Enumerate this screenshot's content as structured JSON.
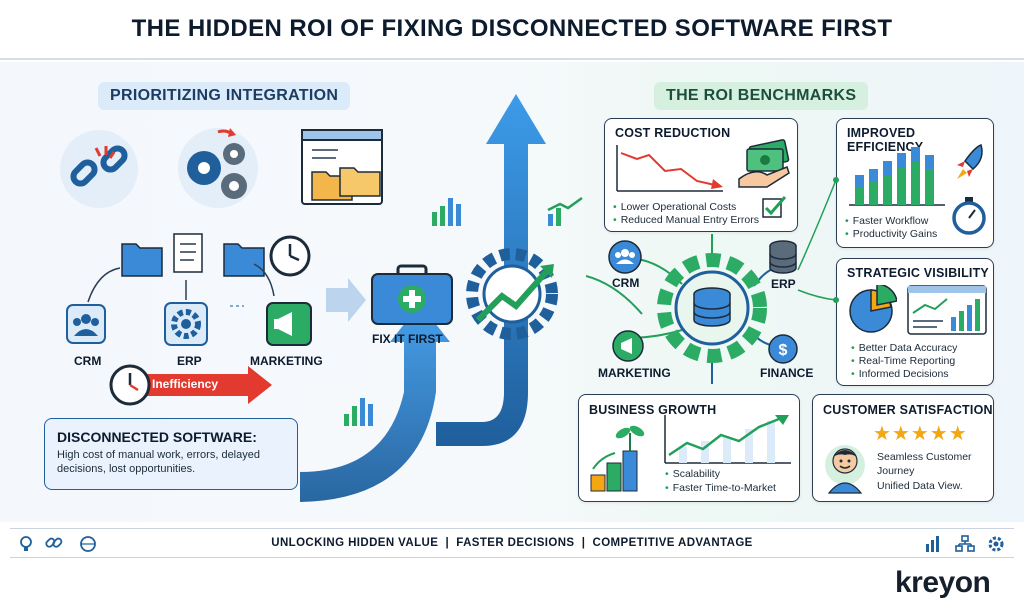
{
  "title": "THE HIDDEN ROI OF FIXING DISCONNECTED SOFTWARE FIRST",
  "left_section": {
    "heading": "PRIORITIZING INTEGRATION",
    "nodes": {
      "crm": "CRM",
      "erp": "ERP",
      "marketing": "MARKETING"
    },
    "inefficiency_label": "Inefficiency",
    "disconnected": {
      "title": "DISCONNECTED SOFTWARE:",
      "text": "High cost of manual work, errors, delayed decisions, lost opportunities."
    }
  },
  "center": {
    "fix_label": "FIX IT FIRST"
  },
  "right_section": {
    "heading": "THE ROI BENCHMARKS",
    "hub_nodes": {
      "crm": "CRM",
      "erp": "ERP",
      "marketing": "MARKETING",
      "finance": "FINANCE"
    },
    "cards": {
      "cost_reduction": {
        "title": "COST REDUCTION",
        "bullets": [
          "Lower Operational Costs",
          "Reduced Manual Entry Errors"
        ]
      },
      "improved_efficiency": {
        "title": "IMPROVED EFFICIENCY",
        "bullets": [
          "Faster Workflow",
          "Productivity Gains"
        ]
      },
      "strategic_visibility": {
        "title": "STRATEGIC VISIBILITY",
        "bullets": [
          "Better Data Accuracy",
          "Real-Time Reporting",
          "Informed Decisions"
        ]
      },
      "business_growth": {
        "title": "BUSINESS GROWTH",
        "bullets": [
          "Scalability",
          "Faster Time-to-Market"
        ]
      },
      "customer_satisfaction": {
        "title": "CUSTOMER SATISFACTION",
        "lines": [
          "Seamless Customer",
          "Journey",
          "Unified Data View."
        ]
      }
    }
  },
  "footer": {
    "text": "UNLOCKING HIDDEN VALUE  |  FASTER DECISIONS  |  COMPETITIVE ADVANTAGE"
  },
  "brand": "kreyon",
  "icons": [
    "broken-link-icon",
    "gears-icon",
    "folders-icon",
    "clock-icon",
    "first-aid-kit-icon",
    "database-gear-icon",
    "rocket-icon",
    "stopwatch-icon",
    "money-icon",
    "pie-chart-icon",
    "smiley-icon",
    "lightbulb-icon",
    "link-icon",
    "globe-icon",
    "bar-chart-icon",
    "org-chart-icon",
    "gear-icon"
  ],
  "colors": {
    "blue": "#2a6fc0",
    "green": "#22a05a",
    "red": "#e23a2f",
    "navy": "#0d1b2e",
    "yellow": "#f3a712"
  }
}
